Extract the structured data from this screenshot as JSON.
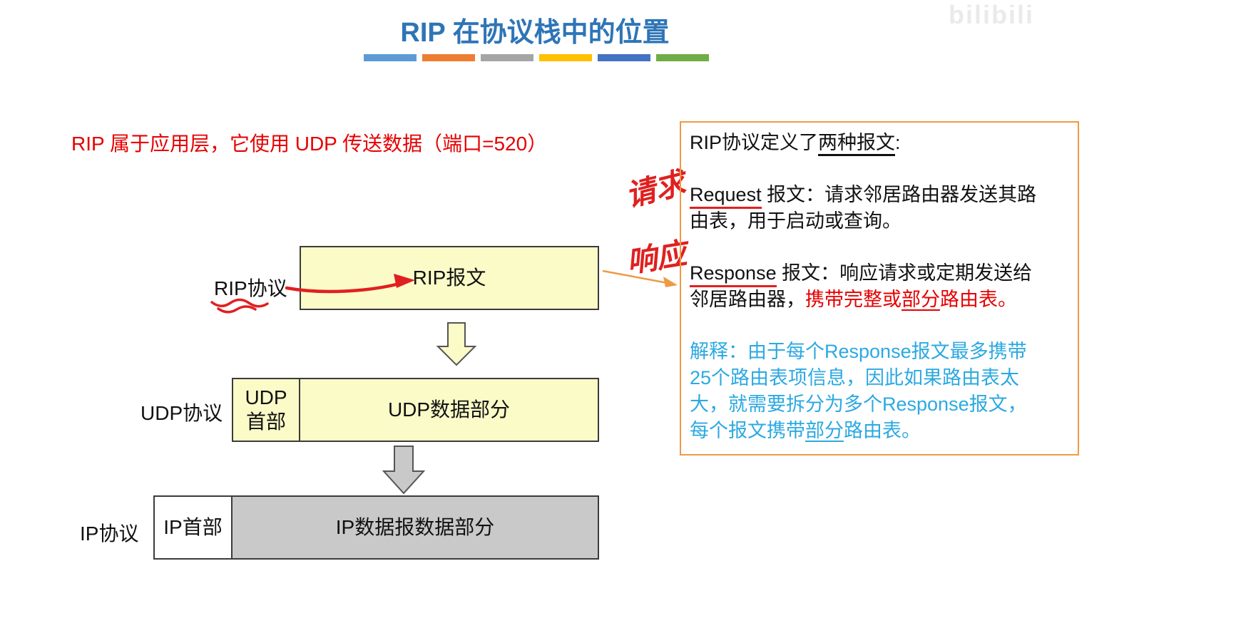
{
  "watermark": "bilibili",
  "header": {
    "title": "RIP 在协议栈中的位置",
    "bar_colors": [
      "#5b9bd5",
      "#ed7d31",
      "#a5a5a5",
      "#ffc000",
      "#4472c4",
      "#70ad47"
    ]
  },
  "intro": {
    "text": "RIP 属于应用层，它使用 UDP 传送数据（端口=520）"
  },
  "stack": {
    "rip": {
      "protocol_label": "RIP协议",
      "message_box": "RIP报文"
    },
    "udp": {
      "protocol_label": "UDP协议",
      "header_box": "UDP首部",
      "data_box": "UDP数据部分"
    },
    "ip": {
      "protocol_label": "IP协议",
      "header_box": "IP首部",
      "data_box": "IP数据报数据部分"
    }
  },
  "handwritten": {
    "request": "请求",
    "response": "响应"
  },
  "info_box": {
    "heading_prefix": "RIP协议定义了",
    "heading_underlined": "两种报文",
    "heading_suffix": ":",
    "request_keyword": "Request",
    "request_line1_rest": " 报文：请求邻居路由器发送其路",
    "request_line2": "由表，用于启动或查询。",
    "response_keyword": "Response",
    "response_line1_rest": " 报文：响应请求或定期发送给",
    "response_line2_black": "邻居路由器，",
    "response_line2_red1": "携带完整或",
    "response_line2_red_underlined": "部分",
    "response_line2_red2": "路由表。",
    "explain_line1": "解释：由于每个Response报文最多携带",
    "explain_line2": "25个路由表项信息，因此如果路由表太",
    "explain_line3": "大，就需要拆分为多个Response报文，",
    "explain_line4_prefix": "每个报文携带",
    "explain_line4_underlined": "部分",
    "explain_line4_suffix": "路由表。"
  }
}
